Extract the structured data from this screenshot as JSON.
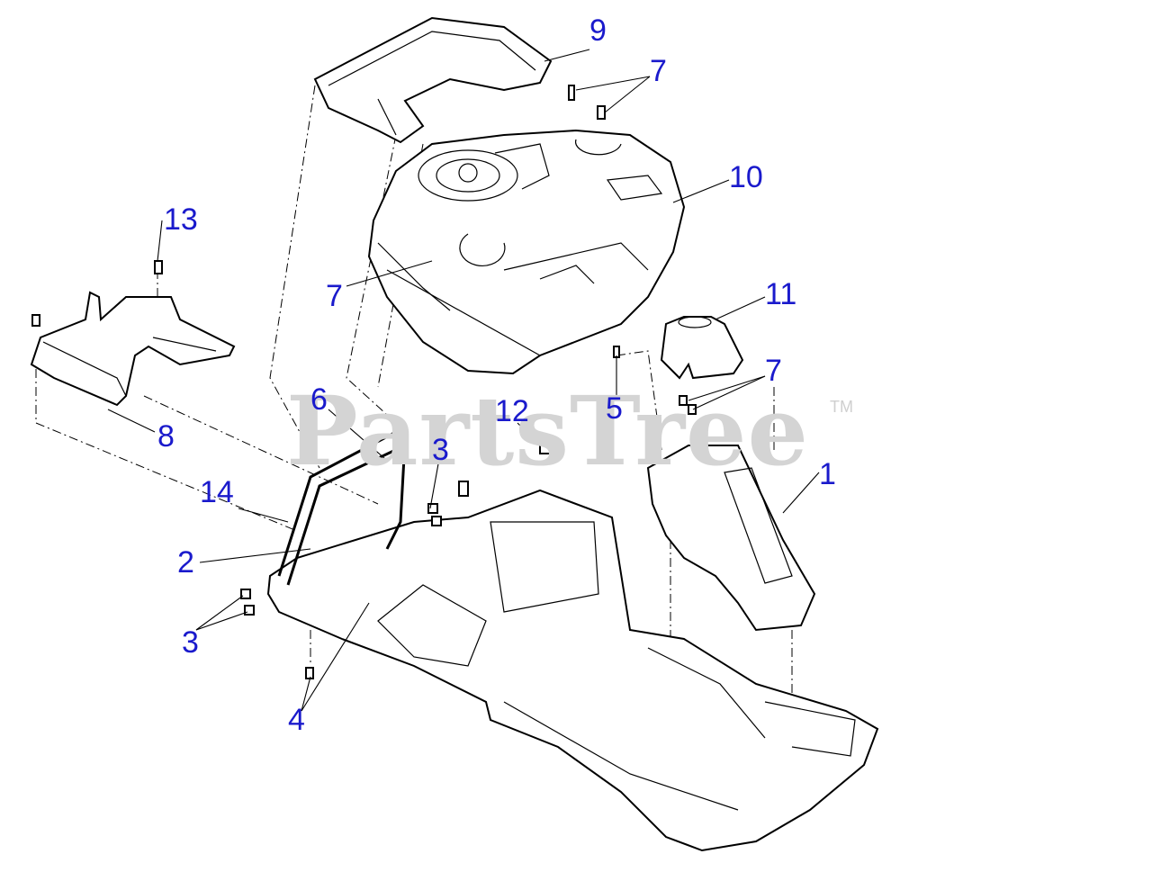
{
  "watermark": {
    "text": "PartsTree",
    "trademark": "TM"
  },
  "callouts": [
    {
      "id": "c9",
      "text": "9"
    },
    {
      "id": "c7a",
      "text": "7"
    },
    {
      "id": "c10",
      "text": "10"
    },
    {
      "id": "c13",
      "text": "13"
    },
    {
      "id": "c7b",
      "text": "7"
    },
    {
      "id": "c11",
      "text": "11"
    },
    {
      "id": "c7c",
      "text": "7"
    },
    {
      "id": "c5",
      "text": "5"
    },
    {
      "id": "c6",
      "text": "6"
    },
    {
      "id": "c12",
      "text": "12"
    },
    {
      "id": "c3a",
      "text": "3"
    },
    {
      "id": "c8",
      "text": "8"
    },
    {
      "id": "c1",
      "text": "1"
    },
    {
      "id": "c14",
      "text": "14"
    },
    {
      "id": "c2",
      "text": "2"
    },
    {
      "id": "c3b",
      "text": "3"
    },
    {
      "id": "c4",
      "text": "4"
    }
  ]
}
